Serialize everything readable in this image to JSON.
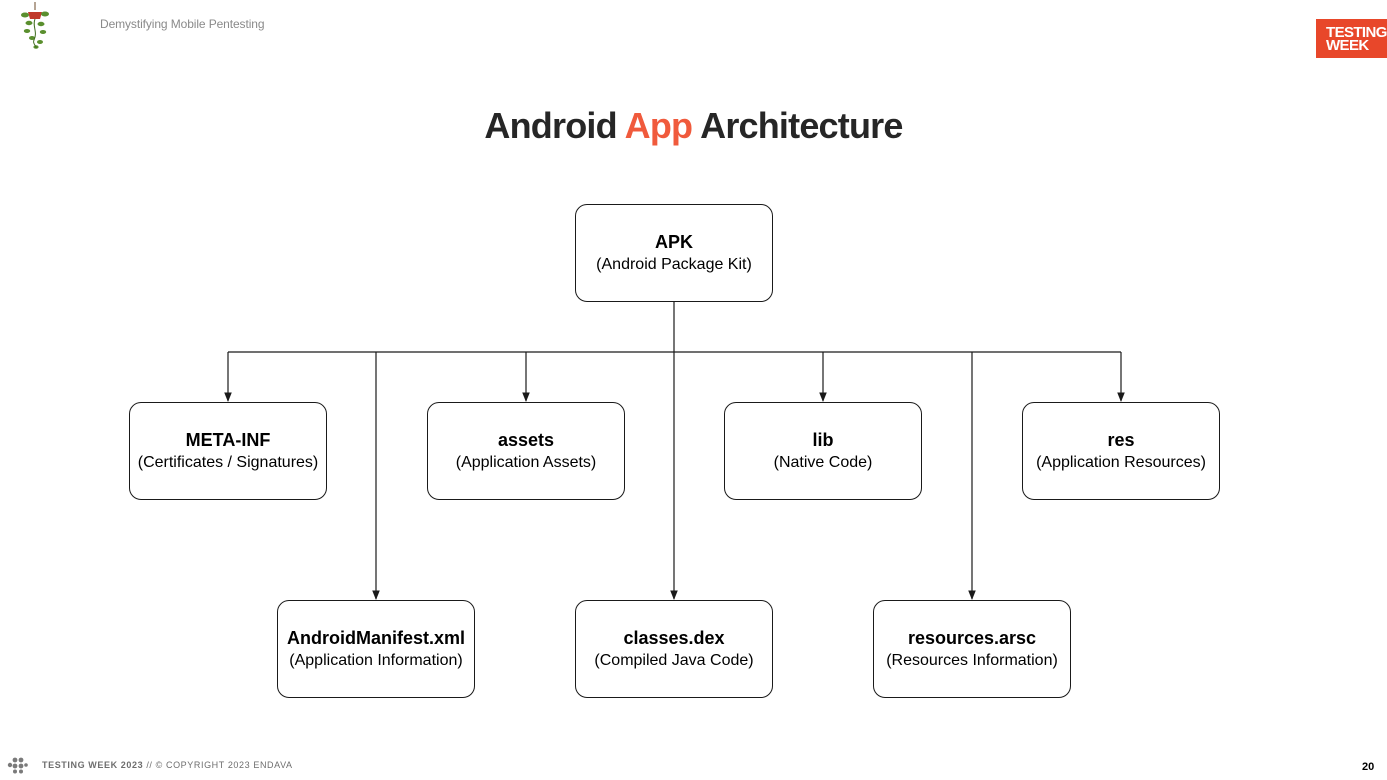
{
  "header": {
    "deck_title": "Demystifying Mobile Pentesting",
    "badge_line1": "TESTING",
    "badge_line2": "WEEK",
    "badge_color": "#e8472a"
  },
  "slide": {
    "title_part1": "Android ",
    "title_accent": "App",
    "title_part2": " Architecture",
    "accent_color": "#f05a3c"
  },
  "diagram": {
    "root": {
      "name": "APK",
      "desc": "(Android Package Kit)"
    },
    "children": [
      {
        "name": "META-INF",
        "desc": "(Certificates / Signatures)"
      },
      {
        "name": "assets",
        "desc": "(Application Assets)"
      },
      {
        "name": "lib",
        "desc": "(Native Code)"
      },
      {
        "name": "res",
        "desc": "(Application Resources)"
      },
      {
        "name": "AndroidManifest.xml",
        "desc": "(Application Information)"
      },
      {
        "name": "classes.dex",
        "desc": "(Compiled Java Code)"
      },
      {
        "name": "resources.arsc",
        "desc": "(Resources Information)"
      }
    ]
  },
  "footer": {
    "brand": "TESTING WEEK 2023",
    "separator": " //  ",
    "copyright": "© COPYRIGHT 2023 ENDAVA",
    "page_number": "20"
  }
}
